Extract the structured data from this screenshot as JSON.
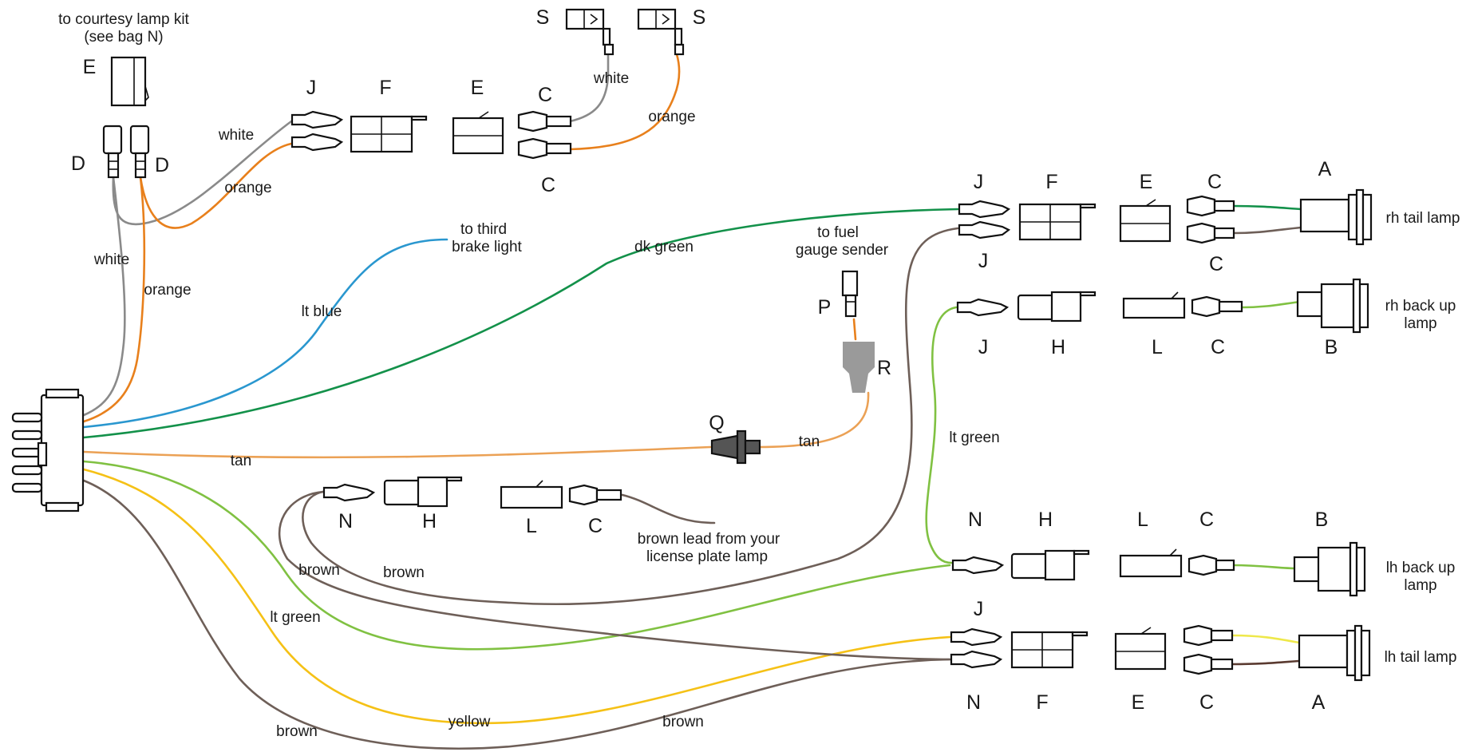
{
  "colors": {
    "white": "#8a8a8a",
    "orange": "#e8801c",
    "lt_blue": "#2a97cf",
    "dk_green": "#13914a",
    "tan": "#eba155",
    "lt_green": "#80c142",
    "yellow": "#f5c116",
    "brown": "#6e5f58",
    "dark_brown": "#5a3a30",
    "lt_yellow": "#eee84a",
    "gray_part": "#9a9a9a"
  },
  "wire_labels": {
    "white_1": "white",
    "orange_1": "orange",
    "white_2": "white",
    "orange_2": "orange",
    "white_s": "white",
    "orange_s": "orange",
    "lt_blue": "lt blue",
    "dk_green": "dk green",
    "tan_1": "tan",
    "tan_2": "tan",
    "lt_green_1": "lt green",
    "lt_green_2": "lt green",
    "yellow": "yellow",
    "brown_1": "brown",
    "brown_2": "brown",
    "brown_3": "brown",
    "brown_4": "brown"
  },
  "notes": {
    "courtesy_1": "to courtesy lamp kit",
    "courtesy_2": "(see bag N)",
    "third_brake_1": "to third",
    "third_brake_2": "brake light",
    "fuel_1": "to fuel",
    "fuel_2": "gauge sender",
    "plate_1": "brown lead from your",
    "plate_2": "license  plate lamp"
  },
  "lamp_labels": {
    "rh_tail": "rh tail lamp",
    "rh_backup_1": "rh back up",
    "rh_backup_2": "lamp",
    "lh_backup_1": "lh back up",
    "lh_backup_2": "lamp",
    "lh_tail": "lh tail lamp"
  },
  "part_letters": {
    "E_top": "E",
    "D_left": "D",
    "D_right": "D",
    "J_top": "J",
    "F_top": "F",
    "E_top2": "E",
    "C_top": "C",
    "C_top2": "C",
    "S_left": "S",
    "S_right": "S",
    "J_rh1": "J",
    "F_rh": "F",
    "E_rh": "E",
    "C_rh1": "C",
    "A_rh": "A",
    "J_rh2": "J",
    "C_rh2": "C",
    "J_rb": "J",
    "H_rb": "H",
    "L_rb": "L",
    "C_rb": "C",
    "B_rb": "B",
    "P": "P",
    "R": "R",
    "Q": "Q",
    "N_mid": "N",
    "H_mid": "H",
    "L_mid": "L",
    "C_mid": "C",
    "N_lb": "N",
    "H_lb": "H",
    "L_lb": "L",
    "C_lb": "C",
    "B_lb": "B",
    "J_lt": "J",
    "N_lt": "N",
    "F_lt": "F",
    "E_lt": "E",
    "C_lt": "C",
    "A_lt": "A"
  }
}
